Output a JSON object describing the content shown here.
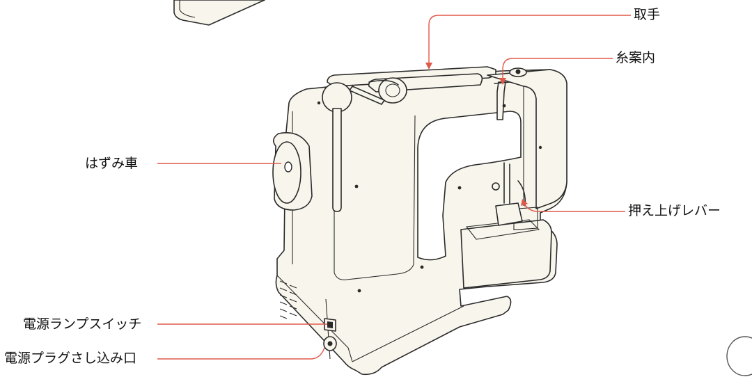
{
  "colors": {
    "leader": "#e0584a",
    "body_fill": "#f8f6ec",
    "outline": "#2a2a2a"
  },
  "labels": {
    "handle": "取手",
    "thread_guide": "糸案内",
    "handwheel": "はずみ車",
    "presser_lever": "押え上げレバー",
    "power_lamp_switch": "電源ランプスイッチ",
    "power_plug_socket": "電源プラグさし込み口"
  }
}
